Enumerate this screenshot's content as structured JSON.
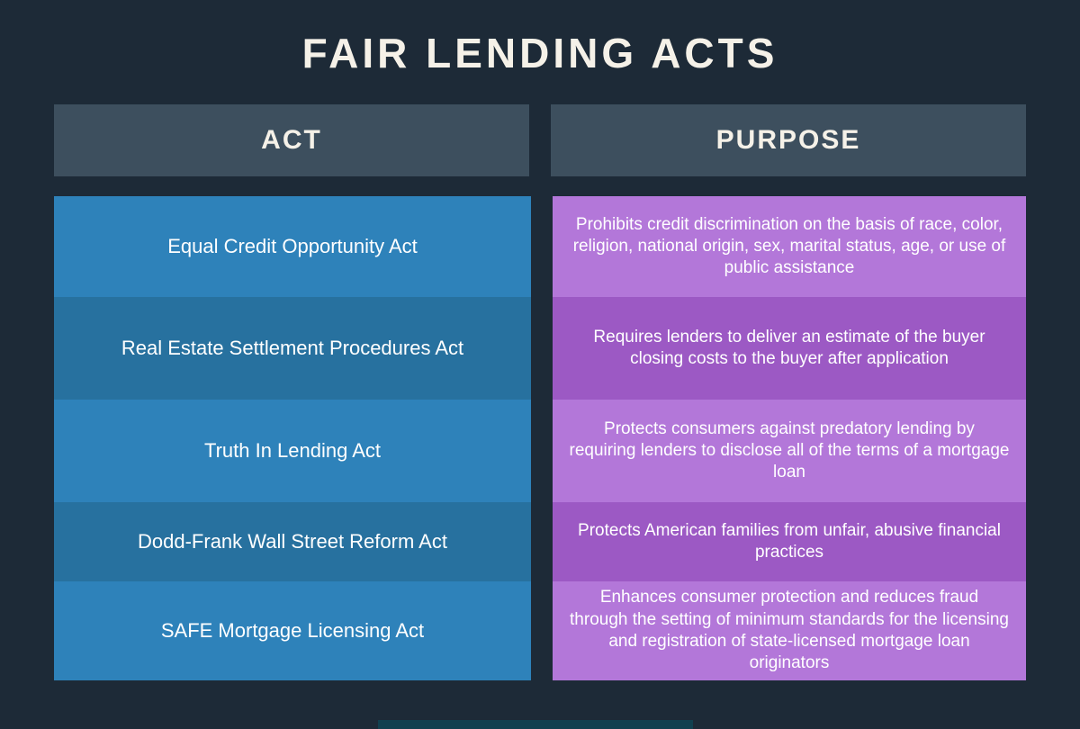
{
  "title": "FAIR LENDING ACTS",
  "chart_data": {
    "type": "table",
    "title": "FAIR LENDING ACTS",
    "columns": [
      "ACT",
      "PURPOSE"
    ],
    "rows": [
      {
        "act": "Equal Credit Opportunity Act",
        "purpose": "Prohibits credit discrimination on the basis of race, color, religion, national origin, sex, marital status, age, or use of public assistance"
      },
      {
        "act": "Real Estate Settlement Procedures Act",
        "purpose": "Requires lenders to deliver an estimate of the buyer closing costs to the buyer after application"
      },
      {
        "act": "Truth In Lending Act",
        "purpose": "Protects consumers against predatory lending by requiring lenders to disclose all of the terms of a mortgage loan"
      },
      {
        "act": "Dodd-Frank Wall Street Reform Act",
        "purpose": "Protects American families from unfair, abusive financial practices"
      },
      {
        "act": "SAFE Mortgage Licensing Act",
        "purpose": "Enhances consumer protection and reduces fraud through the setting of minimum standards for the licensing and registration of state-licensed mortgage loan originators"
      }
    ]
  },
  "colors": {
    "background": "#1d2a37",
    "header_cell": "#3d4f5e",
    "act_row_light": "#2e82ba",
    "act_row_dark": "#27719f",
    "purpose_row_light": "#b377d9",
    "purpose_row_dark": "#9c59c4",
    "title_text": "#f5f1e8",
    "cell_text": "#ffffff",
    "footer_strip": "#11404f"
  }
}
